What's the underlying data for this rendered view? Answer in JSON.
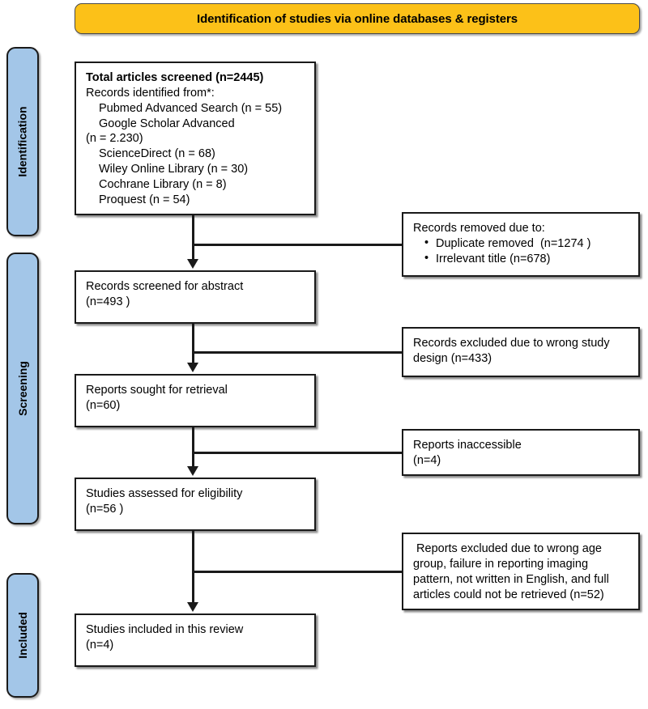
{
  "banner": {
    "title": "Identification of studies via online databases & registers"
  },
  "stages": [
    {
      "id": "identification",
      "label": "Identification"
    },
    {
      "id": "screening",
      "label": "Screening"
    },
    {
      "id": "included",
      "label": "Included"
    }
  ],
  "flow": {
    "identified": {
      "heading": "Total articles screened (n=2445)",
      "subheading": "Records identified from*:",
      "sources": [
        "Pubmed Advanced Search (n = 55)",
        "Google Scholar Advanced",
        "(n = 2.230)",
        "ScienceDirect (n = 68)",
        "Wiley Online Library (n = 30)",
        "Cochrane Library (n = 8)",
        "Proquest (n = 54)"
      ]
    },
    "screened": {
      "line1": "Records screened for abstract",
      "line2": "(n=493 )"
    },
    "sought": {
      "line1": "Reports sought for retrieval",
      "line2": "(n=60)"
    },
    "eligibility": {
      "line1": "Studies assessed for eligibility",
      "line2": "(n=56 )"
    },
    "included": {
      "line1": "Studies included in this review",
      "line2": "(n=4)"
    }
  },
  "exclusions": {
    "removed": {
      "heading": "Records removed due to:",
      "items": [
        "Duplicate removed  (n=1274 )",
        "Irrelevant title (n=678)"
      ]
    },
    "excluded_design": {
      "line1": "Records excluded due to wrong study",
      "line2": "design (n=433)"
    },
    "inaccessible": {
      "line1": "Reports inaccessible",
      "line2": "(n=4)"
    },
    "excluded_age": {
      "line1": " Reports excluded due to wrong age",
      "line2": "group, failure in reporting imaging",
      "line3": "pattern, not written in English, and full",
      "line4": "articles could not be retrieved (n=52)"
    }
  },
  "colors": {
    "banner_fill": "#fcc118",
    "stage_fill": "#a3c6e8",
    "line": "#1a1a1a",
    "box_fill": "#ffffff"
  }
}
